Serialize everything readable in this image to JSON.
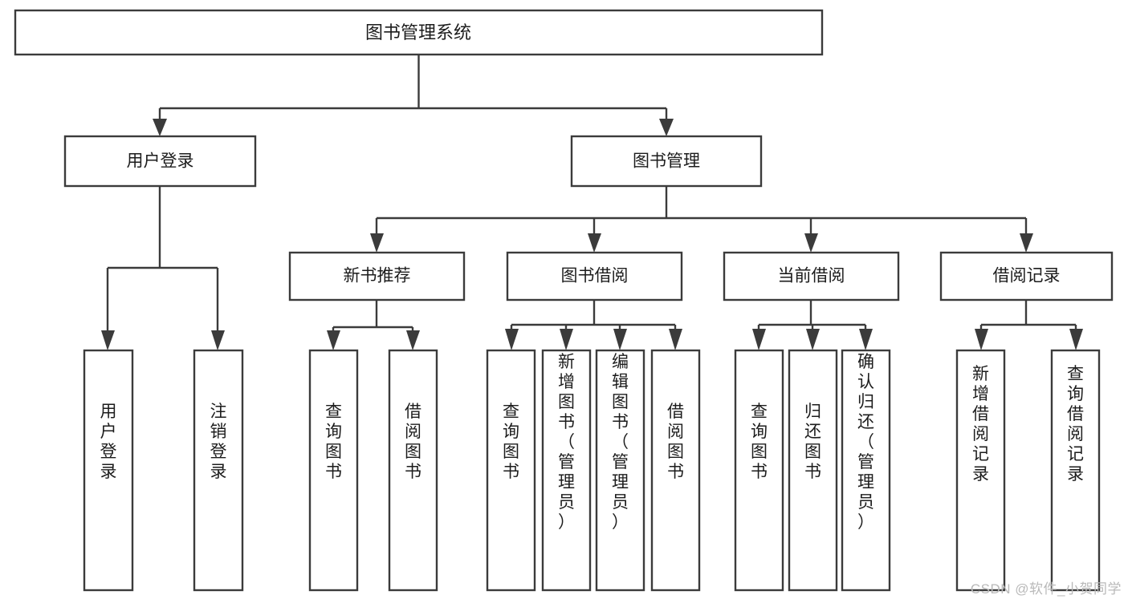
{
  "diagram": {
    "title": "图书管理系统",
    "type": "tree-hierarchy",
    "orientation": "top-down",
    "colors": {
      "box_border": "#3b3b3b",
      "box_fill": "#ffffff",
      "connector": "#3b3b3b",
      "text": "#1c1c1c",
      "background": "#ffffff",
      "watermark": "#b9b9b9"
    },
    "root": {
      "label": "图书管理系统"
    },
    "level2": [
      {
        "id": "user-login",
        "label": "用户登录"
      },
      {
        "id": "book-manage",
        "label": "图书管理"
      }
    ],
    "level3": [
      {
        "id": "new-book-recommend",
        "label": "新书推荐",
        "parent": "book-manage"
      },
      {
        "id": "book-borrow",
        "label": "图书借阅",
        "parent": "book-manage"
      },
      {
        "id": "current-borrow",
        "label": "当前借阅",
        "parent": "book-manage"
      },
      {
        "id": "borrow-record",
        "label": "借阅记录",
        "parent": "book-manage"
      }
    ],
    "leaves": {
      "user-login": [
        {
          "id": "leaf-user-login",
          "label": "用户登录"
        },
        {
          "id": "leaf-logout-login",
          "label": "注销登录"
        }
      ],
      "new-book-recommend": [
        {
          "id": "leaf-query-book-1",
          "label": "查询图书"
        },
        {
          "id": "leaf-borrow-book-1",
          "label": "借阅图书"
        }
      ],
      "book-borrow": [
        {
          "id": "leaf-query-book-2",
          "label": "查询图书"
        },
        {
          "id": "leaf-add-book",
          "label": "新增图书（管理员）"
        },
        {
          "id": "leaf-edit-book",
          "label": "编辑图书（管理员）"
        },
        {
          "id": "leaf-borrow-book-2",
          "label": "借阅图书"
        }
      ],
      "current-borrow": [
        {
          "id": "leaf-query-book-3",
          "label": "查询图书"
        },
        {
          "id": "leaf-return-book",
          "label": "归还图书"
        },
        {
          "id": "leaf-confirm-return",
          "label": "确认归还（管理员）"
        }
      ],
      "borrow-record": [
        {
          "id": "leaf-add-record",
          "label": "新增借阅记录"
        },
        {
          "id": "leaf-query-record",
          "label": "查询借阅记录"
        }
      ]
    }
  },
  "watermark": {
    "text": "CSDN @软件_小贺同学"
  }
}
